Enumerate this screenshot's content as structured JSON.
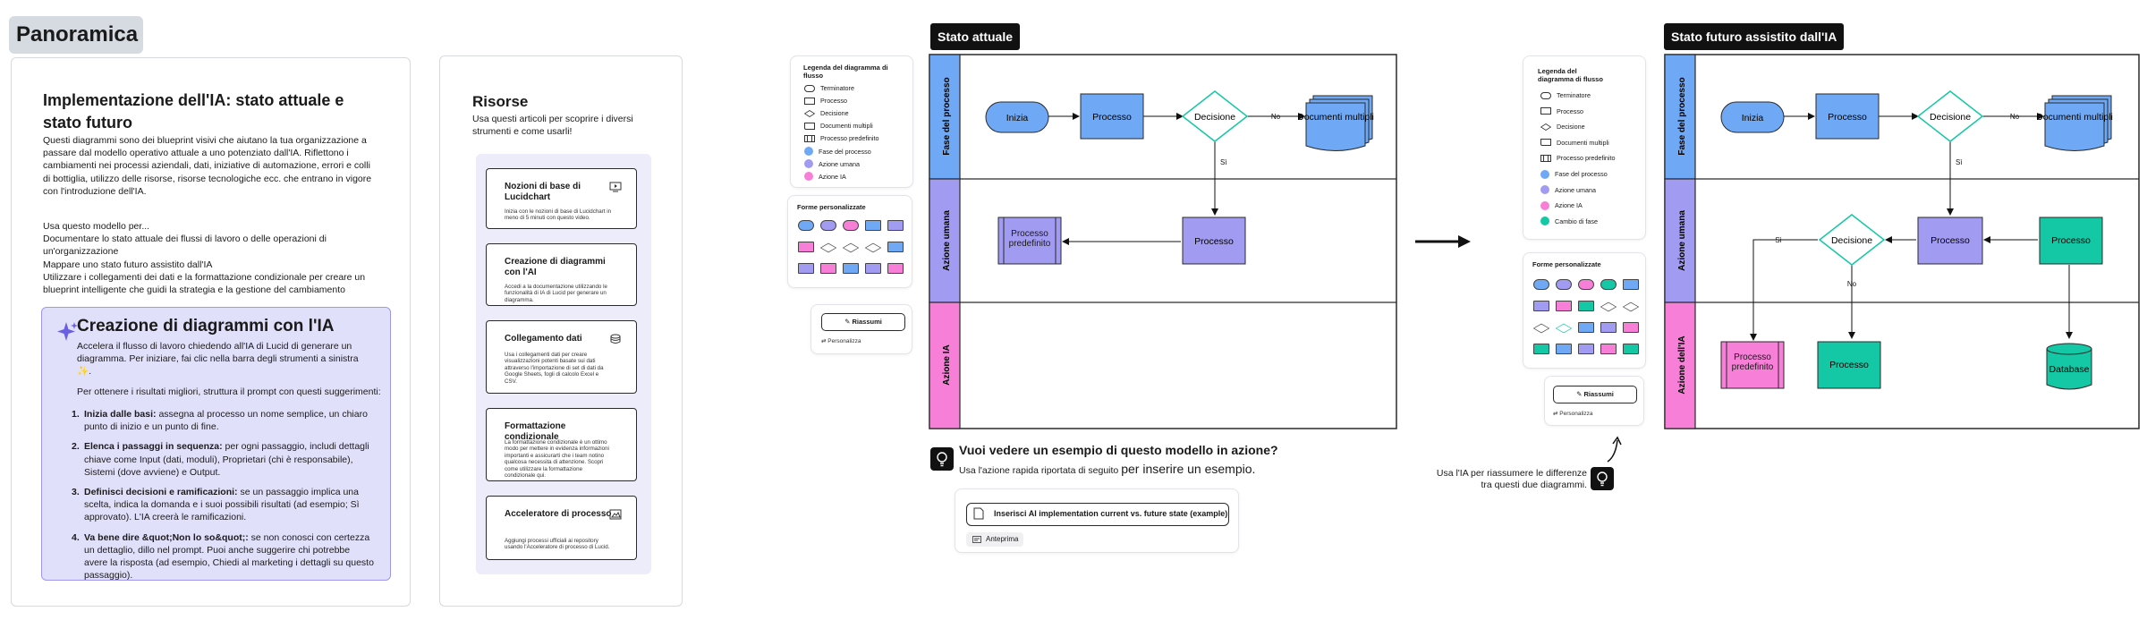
{
  "panoramica": {
    "title": "Panoramica"
  },
  "intro": {
    "title": "Implementazione dell'IA: stato attuale e stato futuro",
    "body": "Questi diagrammi sono dei blueprint visivi che aiutano la tua organizzazione a passare dal modello operativo attuale a uno potenziato dall'IA. Riflettono i cambiamenti nei processi aziendali, dati, iniziative di automazione, errori e colli di bottiglia, utilizzo delle risorse, risorse tecnologiche ecc. che entrano in vigore con l'introduzione dell'IA.",
    "usa_heading": "Usa questo modello per...",
    "usa_items": [
      "Documentare lo stato attuale dei flussi di lavoro o delle operazioni di un'organizzazione",
      "Mappare uno stato futuro assistito dall'IA",
      "Utilizzare i collegamenti dei dati e la formattazione condizionale per creare un blueprint intelligente che guidi la strategia e la gestione del cambiamento"
    ]
  },
  "ai_card": {
    "title": "Creazione di diagrammi con l'IA",
    "para1": "Accelera il flusso di lavoro chiedendo all'IA di Lucid di generare un diagramma. Per iniziare, fai clic nella barra degli strumenti a sinistra ✨.",
    "para2": "Per ottenere i risultati migliori, struttura il prompt con questi suggerimenti:",
    "tips": [
      {
        "num": "1.",
        "bold": "Inizia dalle basi:",
        "text": " assegna al processo un nome semplice, un chiaro punto di inizio e un punto di fine."
      },
      {
        "num": "2.",
        "bold": "Elenca i passaggi in sequenza:",
        "text": " per ogni passaggio, includi dettagli chiave come Input (dati, moduli), Proprietari (chi è responsabile), Sistemi (dove avviene) e Output."
      },
      {
        "num": "3.",
        "bold": "Definisci decisioni e ramificazioni:",
        "text": " se un passaggio implica una scelta, indica la domanda e i suoi possibili risultati (ad esempio; Sì approvato). L'IA creerà le ramificazioni."
      },
      {
        "num": "4.",
        "bold": "Va bene dire &quot;Non lo so&quot;:",
        "text": " se non conosci con certezza un dettaglio, dillo nel prompt. Puoi anche suggerire chi potrebbe avere la risposta (ad esempio, Chiedi al marketing i dettagli su questo passaggio)."
      }
    ]
  },
  "risorse": {
    "title": "Risorse",
    "subtitle": "Usa questi articoli per scoprire i diversi strumenti e come usarli!",
    "items": [
      {
        "title": "Nozioni di base di Lucidchart",
        "desc": "Inizia con le nozioni di base di Lucidchart in meno di 5 minuti con questo video.",
        "icon": "video-icon"
      },
      {
        "title": "Creazione di diagrammi con l'AI",
        "desc": "Accedi a la documentazione utilizzando le funzionalità di IA di Lucid per generare un diagramma.",
        "icon": ""
      },
      {
        "title": "Collegamento dati",
        "desc": "Usa i collegamenti dati per creare visualizzazioni potenti basate sui dati attraverso l'importazione di set di dati da Google Sheets, fogli di calcolo Excel e CSV.",
        "icon": "database-icon"
      },
      {
        "title": "Formattazione condizionale",
        "desc": "La formattazione condizionale è un ottimo modo per mettere in evidenza informazioni importanti e assicurarti che i team notino qualcosa necessita di attenzione. Scopri come utilizzare la formattazione condizionale qui.",
        "icon": ""
      },
      {
        "title": "Acceleratore di processo",
        "desc": "Aggiungi processi ufficiali ai repository usando l'Acceleratore di processo di Lucid.",
        "icon": "image-icon"
      }
    ]
  },
  "legend": {
    "title": "Legenda del diagramma di flusso",
    "items": [
      "Terminatore",
      "Processo",
      "Decisione",
      "Documenti multipli",
      "Processo predefinito",
      "Fase del processo",
      "Azione umana",
      "Azione IA"
    ],
    "items_future": [
      "Terminatore",
      "Processo",
      "Decisione",
      "Documenti multipli",
      "Processo predefinito",
      "Fase del processo",
      "Azione umana",
      "Azione IA",
      "Cambio di fase"
    ],
    "forme_title": "Forme personalizzate",
    "riassumi": "Riassumi",
    "personalizza": "Personalizza"
  },
  "colors": {
    "blue": "#6fa8f5",
    "purple": "#a29bf2",
    "pink": "#f77fd8",
    "teal": "#14c7a5",
    "ai_card_bg": "#e1e0fb"
  },
  "current": {
    "title": "Stato attuale",
    "lanes": [
      "Fase del processo",
      "Azione umana",
      "Azione IA"
    ],
    "nodes": {
      "start": "Inizia",
      "process1": "Processo",
      "decision": "Decisione",
      "docs": "Documenti multipli",
      "process2": "Processo",
      "predef": "Processo predefinito"
    },
    "labels": {
      "no": "No",
      "si": "Sì"
    }
  },
  "future": {
    "title": "Stato futuro assistito dall'IA",
    "lanes": [
      "Fase del processo",
      "Azione umana",
      "Azione dell'IA"
    ],
    "nodes": {
      "start": "Inizia",
      "process1": "Processo",
      "decision1": "Decisione",
      "docs": "Documenti multipli",
      "process_h1": "Processo",
      "process_h2": "Processo",
      "decision2": "Decisione",
      "predef": "Processo predefinito",
      "process_ai": "Processo",
      "database": "Database"
    },
    "labels": {
      "no": "No",
      "si": "Sì"
    }
  },
  "example": {
    "title": "Vuoi vedere un esempio di questo modello in azione?",
    "sub_a": "Usa l'azione rapida riportata di seguito ",
    "sub_b": "per inserire un esempio.",
    "button": "Inserisci AI implementation current vs. future state (example)",
    "anteprima": "Anteprima"
  },
  "summary_tip": "Usa l'IA per riassumere le differenze tra questi due diagrammi."
}
